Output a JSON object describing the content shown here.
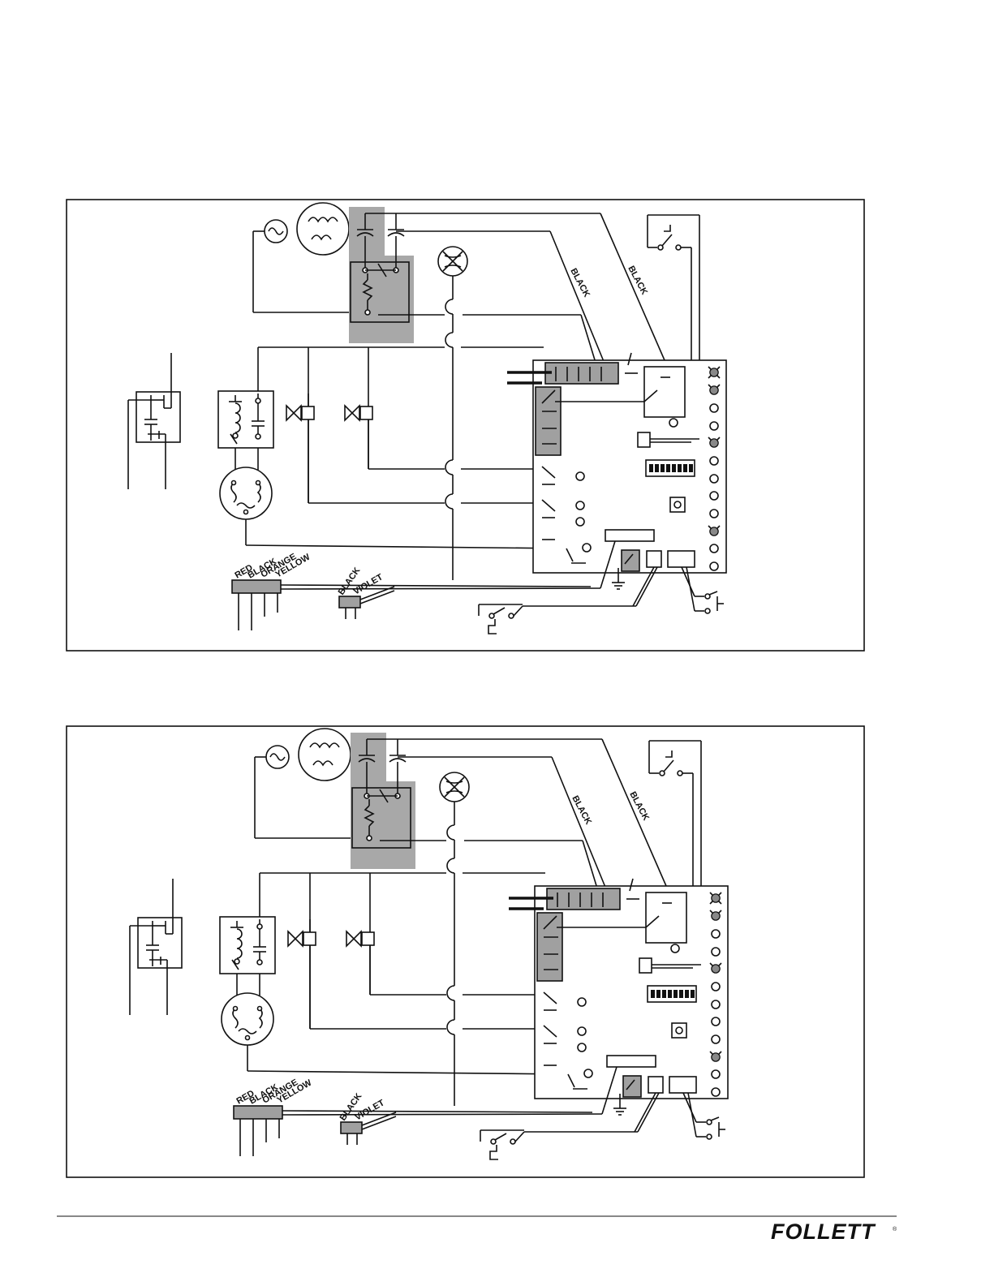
{
  "diagrams": [
    {
      "wire_labels": {
        "black_upper_1": "BLACK",
        "black_upper_2": "BLACK",
        "harness_red": "RED",
        "harness_black": "BLACK",
        "harness_orange": "ORANGE",
        "harness_yellow": "YELLOW",
        "plug_black": "BLACK",
        "plug_violet": "VIOLET"
      }
    },
    {
      "wire_labels": {
        "black_upper_1": "BLACK",
        "black_upper_2": "BLACK",
        "harness_red": "RED",
        "harness_black": "BLACK",
        "harness_orange": "ORANGE",
        "harness_yellow": "YELLOW",
        "plug_black": "BLACK",
        "plug_violet": "VIOLET"
      }
    }
  ],
  "footer": {
    "logo_text": "FOLLETT",
    "registered_mark": "®"
  },
  "colors": {
    "line": "#111111",
    "shade": "#a8a8a8",
    "background": "#ffffff"
  }
}
